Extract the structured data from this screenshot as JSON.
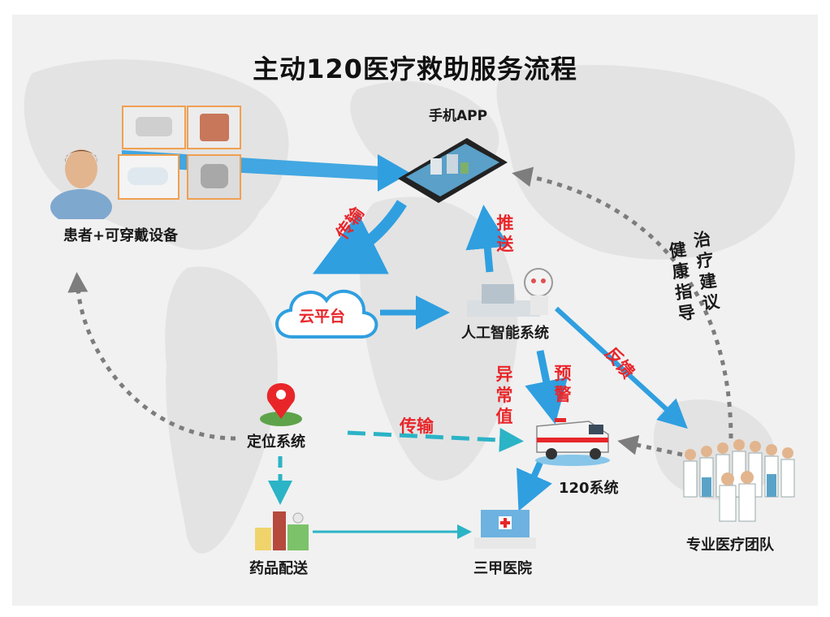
{
  "title": "主动120医疗救助服务流程",
  "nodes": {
    "phone_app": "手机APP",
    "patient": "患者+可穿戴设备",
    "cloud": "云平台",
    "ai_system": "人工智能系统",
    "location": "定位系统",
    "ambulance_120": "120系统",
    "drug_delivery": "药品配送",
    "hospital": "三甲医院",
    "medical_team": "专业医疗团队"
  },
  "edge_labels": {
    "transmit_cloud": "传输",
    "push": "推送",
    "abnormal": "异常值",
    "warning": "预警",
    "feedback": "反馈",
    "transmit_location": "传输",
    "treatment_advice": "治疗建议",
    "health_guidance": "健康指导"
  },
  "colors": {
    "arrow_blue": "#2f9fe0",
    "arrow_teal": "#2bb3c6",
    "label_red": "#e8262a",
    "dotted_gray": "#7d7d7d"
  }
}
